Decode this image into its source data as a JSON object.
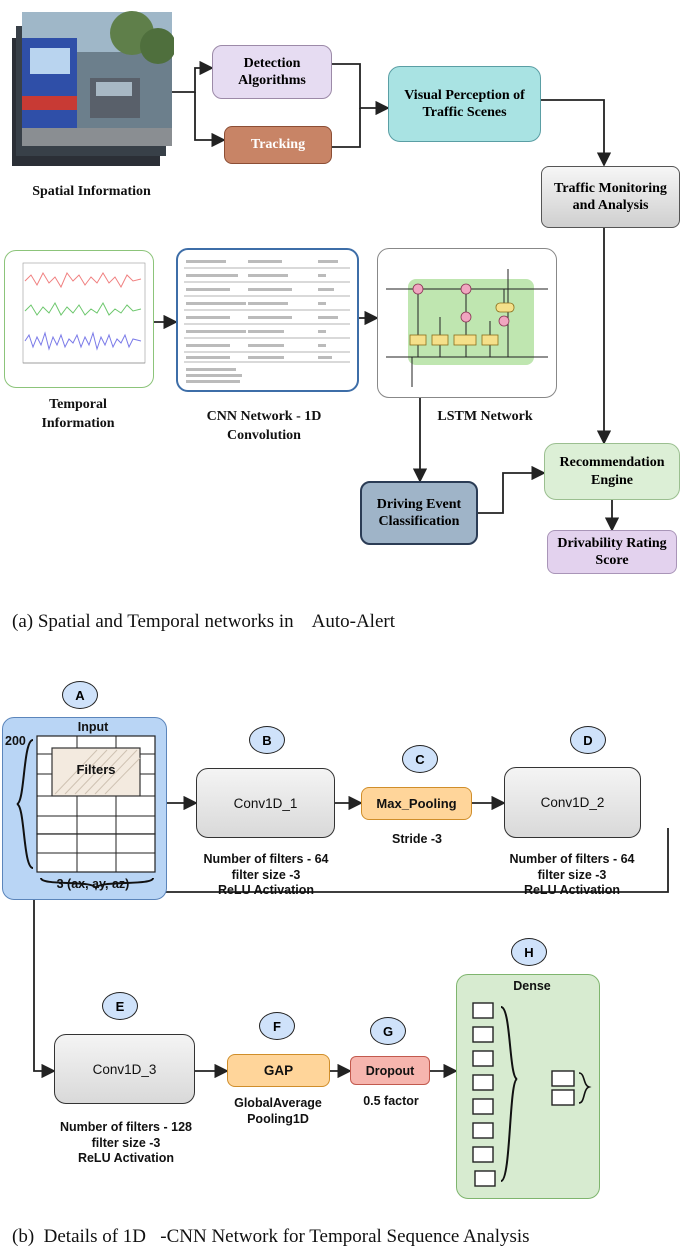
{
  "part_a": {
    "spatial_info": "Spatial Information",
    "detection": "Detection Algorithms",
    "tracking": "Tracking",
    "visual_perception": "Visual Perception of Traffic Scenes",
    "traffic_monitoring": "Traffic Monitoring and Analysis",
    "temporal_info": "Temporal Information",
    "cnn_network": "CNN Network - 1D Convolution",
    "lstm_network": "LSTM Network",
    "driving_event": "Driving Event Classification",
    "recommendation": "Recommendation Engine",
    "drivability": "Drivability Rating Score",
    "caption": "(a) Spatial and Temporal networks in    Auto-Alert"
  },
  "part_b": {
    "circles": {
      "a": "A",
      "b": "B",
      "c": "C",
      "d": "D",
      "e": "E",
      "f": "F",
      "g": "G",
      "h": "H"
    },
    "input_title": "Input",
    "input_rows": "200",
    "filters": "Filters",
    "input_axes": "3 (ax, ay, az)",
    "conv1": "Conv1D_1",
    "conv1_desc": "Number of filters - 64\nfilter size -3\nReLU Activation",
    "maxpool": "Max_Pooling",
    "maxpool_desc": "Stride -3",
    "conv2": "Conv1D_2",
    "conv2_desc": "Number of filters - 64\nfilter size -3\nReLU Activation",
    "conv3": "Conv1D_3",
    "conv3_desc": "Number of filters - 128\nfilter size -3\nReLU Activation",
    "gap": "GAP",
    "gap_desc": "GlobalAverage\nPooling1D",
    "dropout": "Dropout",
    "dropout_desc": "0.5 factor",
    "dense": "Dense",
    "caption": "(b)  Details of 1D   -CNN Network for Temporal Sequence Analysis"
  },
  "colors": {
    "detection_fill": "#e6dcf2",
    "tracking_fill": "#c88466",
    "visual_fill": "#a9e3e3",
    "recommendation_fill": "#dcefd6",
    "drivability_fill": "#e3d2ee",
    "driving_event_fill": "#9fb4c8",
    "input_fill": "#b9d5f5",
    "maxpool_fill": "#ffd59a",
    "dropout_fill": "#f6b5ae",
    "dense_fill": "#d7ebd0"
  }
}
